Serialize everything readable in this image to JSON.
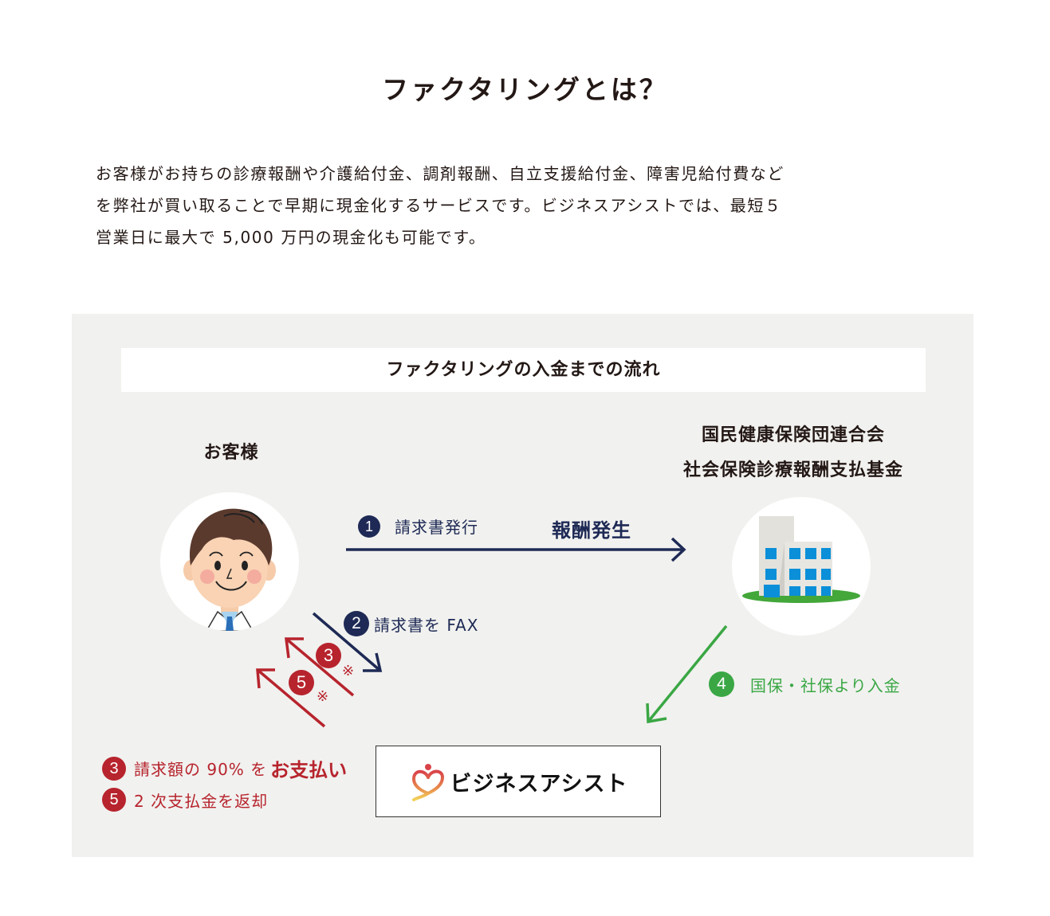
{
  "page": {
    "title": "ファクタリングとは？",
    "intro_lines": [
      "お客様がお持ちの診療報酬や介護給付金、調剤報酬、自立支援給付金、障害児給付費など",
      "を弊社が買い取ることで早期に現金化するサービスです。ビジネスアシストでは、最短５",
      "営業日に最大で 5,000 万円の現金化も可能です。"
    ]
  },
  "diagram": {
    "title": "ファクタリングの入金までの流れ",
    "customer_label": "お客様",
    "organization_lines": [
      "国民健康保険団連合会",
      "社会保険診療報酬支払基金"
    ],
    "steps": {
      "step1": {
        "number": "1",
        "text": "請求書発行",
        "emphasis": "報酬発生"
      },
      "step2": {
        "number": "2",
        "text": "請求書を FAX"
      },
      "step3_arrow": {
        "number": "3",
        "mark": "※"
      },
      "step5_arrow": {
        "number": "5",
        "mark": "※"
      },
      "step4": {
        "number": "4",
        "text": "国保・社保より入金"
      }
    },
    "notes": [
      {
        "number": "3",
        "text": "請求額の 90% を",
        "emphasis": "お支払い"
      },
      {
        "number": "5",
        "text": "2 次支払金を返却"
      }
    ],
    "company_logo_text": "ビジネスアシスト",
    "icons": {
      "customer": "doctor-avatar-icon",
      "organization": "building-icon",
      "logo": "heart-logo-icon"
    },
    "colors": {
      "navy": "#1e2a55",
      "red": "#b7242d",
      "green": "#3aa744",
      "panel": "#f1f1ef"
    }
  }
}
